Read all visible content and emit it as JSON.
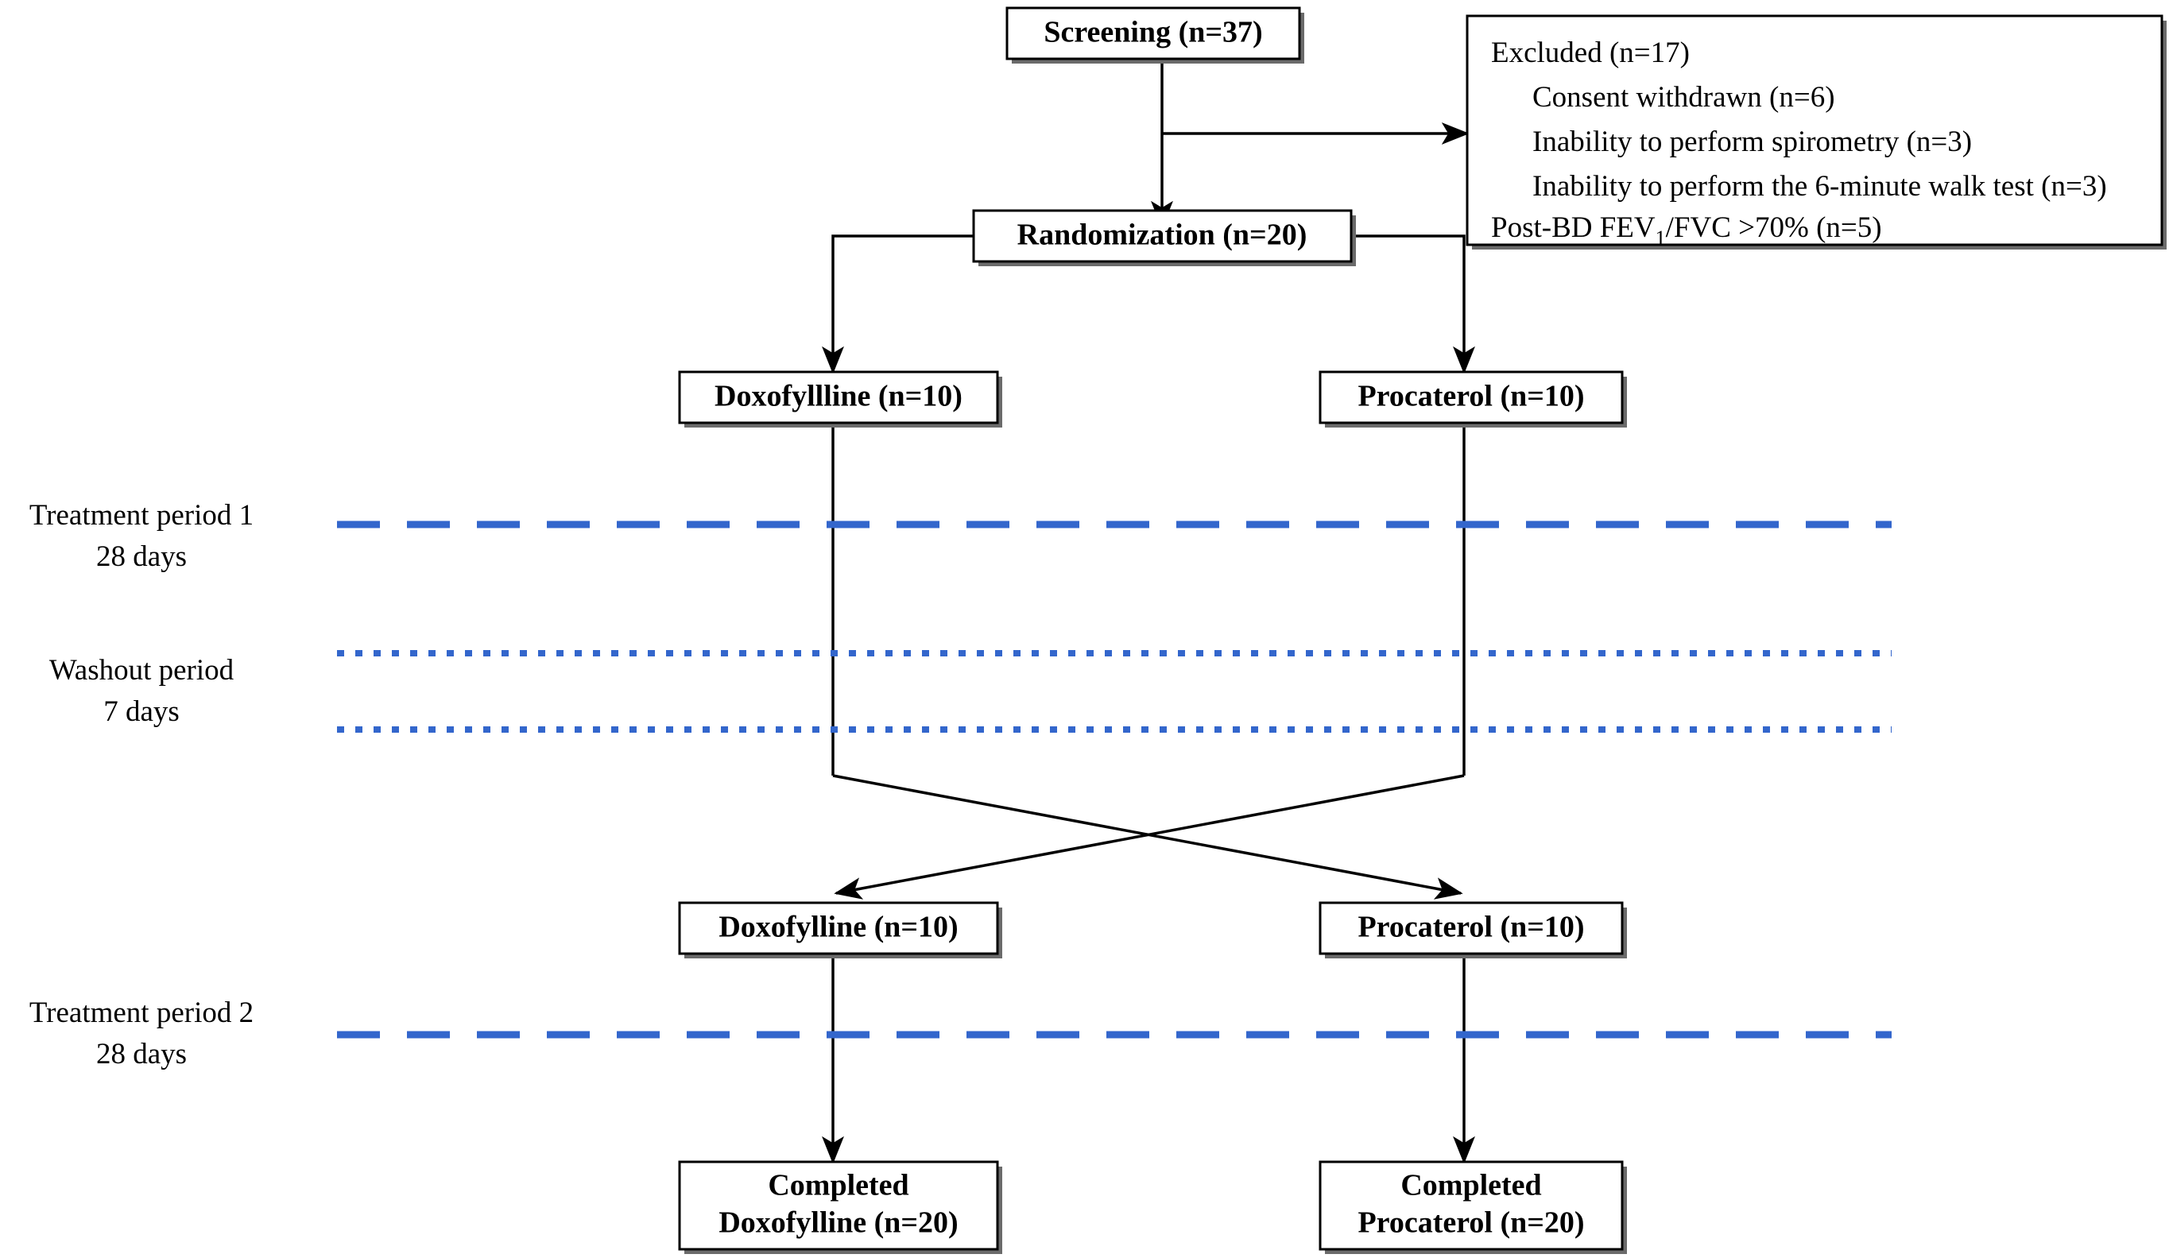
{
  "diagram": {
    "type": "consort-crossover-trial-flow",
    "colors": {
      "period_line": "#3366CC",
      "box_border": "#000000",
      "box_fill": "#FFFFFF",
      "text": "#000000",
      "box_shadow": "#6B6B6B"
    },
    "nodes": {
      "screening": {
        "label": "Screening (n=37)"
      },
      "randomization": {
        "label": "Randomization  (n=20)"
      },
      "arm1_left": {
        "label": "Doxofyllline (n=10)"
      },
      "arm1_right": {
        "label": "Procaterol  (n=10)"
      },
      "arm2_left": {
        "label": "Doxofylline (n=10)"
      },
      "arm2_right": {
        "label": "Procaterol (n=10)"
      },
      "completed_left": {
        "line1": "Completed",
        "line2": "Doxofylline (n=20)"
      },
      "completed_right": {
        "line1": "Completed",
        "line2": "Procaterol  (n=20)"
      }
    },
    "excluded": {
      "title": "Excluded  (n=17)",
      "reasons": [
        "Consent withdrawn  (n=6)",
        "Inability  to perform  spirometry  (n=3)",
        "Inability  to perform the 6-minute  walk test (n=3)"
      ],
      "reason_fev": {
        "prefix": "Post-BD FEV",
        "subscript": "1",
        "suffix": "/FVC >70% (n=5)"
      }
    },
    "periods": [
      {
        "name": "treatment-period-1",
        "line1": "Treatment  period 1",
        "line2": "28 days",
        "style": "dashed"
      },
      {
        "name": "washout-period",
        "line1": "Washout period",
        "line2": "7 days",
        "style": "dotted"
      },
      {
        "name": "treatment-period-2",
        "line1": "Treatment  period 2",
        "line2": "28 days",
        "style": "dashed"
      }
    ]
  }
}
